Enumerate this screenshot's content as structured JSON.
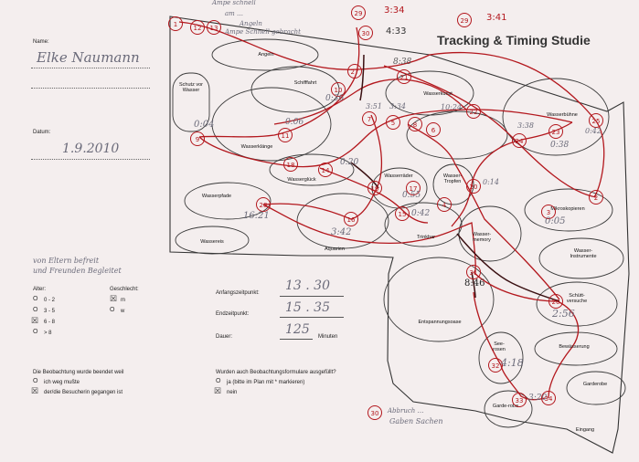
{
  "header": {
    "title": "Tracking & Timing Studie",
    "top_notes": [
      "Ampe schnell",
      "am …",
      "Angeln",
      "Ampe Schnell gebracht"
    ]
  },
  "form": {
    "name_label": "Name:",
    "name_value": "Elke Naumann",
    "date_label": "Datum:",
    "date_value": "1.9.2010",
    "side_note": [
      "von Eltern befreit",
      "und Freunden Begleitet"
    ],
    "age": {
      "label": "Alter:",
      "options": [
        "0 - 2",
        "3 - 5",
        "6 - 8",
        "> 8"
      ],
      "selected": "6 - 8"
    },
    "gender": {
      "label": "Geschlecht:",
      "options": [
        "m",
        "w"
      ],
      "selected": "m"
    },
    "start_label": "Anfangszeitpunkt:",
    "start_value": "13 . 30",
    "end_label": "Endzeitpunkt:",
    "end_value": "15 . 35",
    "duration_label": "Dauer:",
    "duration_value": "125",
    "duration_unit": "Minuten",
    "ended_question": "Die Beobachtung wurde beendet weil",
    "ended_options": [
      "ich weg mußte",
      "der/die Besucherin gegangen ist"
    ],
    "ended_selected": "der/die Besucherin gegangen ist",
    "forms_question": "Wurden auch Beobachtungsformulare ausgefüllt?",
    "forms_options": [
      "ja (bitte im Plan mit * markieren)",
      "nein"
    ],
    "forms_selected": "nein",
    "bottom_note": [
      "Abbruch …",
      "Gaben Sachen"
    ]
  },
  "zones": {
    "angeln": "Angeln",
    "schutz": "Schutz vor Wasser",
    "schiffahrt": "Schifffahrt",
    "wasserkunst": "Wasserkunst",
    "wasserbuehne": "Wasserbühne",
    "wasserklaenge": "Wasserklänge",
    "wasserglueck": "Wasserglück",
    "wasserraeder": "Wasserräder",
    "wassertropfen": "Wasser-Tropfen",
    "mikroskopieren": "Mikroskopieren",
    "wasserpfade": "Wasserpfade",
    "wassereis": "Wassereis",
    "aquarien": "Aquarien",
    "trinkbar": "Trinkbar",
    "wassermemory": "Wasser-memory",
    "wasserinstrumente": "Wasser-Instrumente",
    "schuettversuche": "Schütt-versuche",
    "entspannungsoase": "Entspannungsoase",
    "seerosen": "See-rosen",
    "bewaesserung": "Bewässerung",
    "garderobe_right": "Garderobe",
    "garderobe_left": "Garde-robe",
    "eingang": "Eingang"
  },
  "tracking": {
    "visits": [
      {
        "n": "1",
        "time": ""
      },
      {
        "n": "12",
        "time": ""
      },
      {
        "n": "13",
        "time": ""
      },
      {
        "n": "29",
        "time": "3:34"
      },
      {
        "n": "29",
        "time": "3:41"
      },
      {
        "n": "30",
        "time": "4:33"
      },
      {
        "n": "27",
        "time": ""
      },
      {
        "n": "21",
        "time": "8:38"
      },
      {
        "n": "10",
        "time": "0:36"
      },
      {
        "n": "7",
        "time": "3:51"
      },
      {
        "n": "5",
        "time": "3:34"
      },
      {
        "n": "8",
        "time": ""
      },
      {
        "n": "6",
        "time": ""
      },
      {
        "n": "22",
        "time": "10:24"
      },
      {
        "n": "25",
        "time": "0:42"
      },
      {
        "n": "23",
        "time": "3:38"
      },
      {
        "n": "24",
        "time": "0:38"
      },
      {
        "n": "9",
        "time": "0:04"
      },
      {
        "n": "11",
        "time": "0:06"
      },
      {
        "n": "18",
        "time": "0:20"
      },
      {
        "n": "14",
        "time": ""
      },
      {
        "n": "19",
        "time": ""
      },
      {
        "n": "17",
        "time": "0:55"
      },
      {
        "n": "15",
        "time": "0:42"
      },
      {
        "n": "4",
        "time": ""
      },
      {
        "n": "20",
        "time": "0:14"
      },
      {
        "n": "3",
        "time": "0:05"
      },
      {
        "n": "2",
        "time": ""
      },
      {
        "n": "16",
        "time": "3:42"
      },
      {
        "n": "28",
        "time": "16:21"
      },
      {
        "n": "31",
        "time": "8:46"
      },
      {
        "n": "26",
        "time": "2:56"
      },
      {
        "n": "32",
        "time": "4:18"
      },
      {
        "n": "33",
        "time": "3:20"
      },
      {
        "n": "34",
        "time": ""
      },
      {
        "n": "30",
        "time": ""
      }
    ],
    "colors": {
      "path": "#b3171d",
      "ink": "#3a1012",
      "pencil": "#6b6b7a"
    }
  }
}
